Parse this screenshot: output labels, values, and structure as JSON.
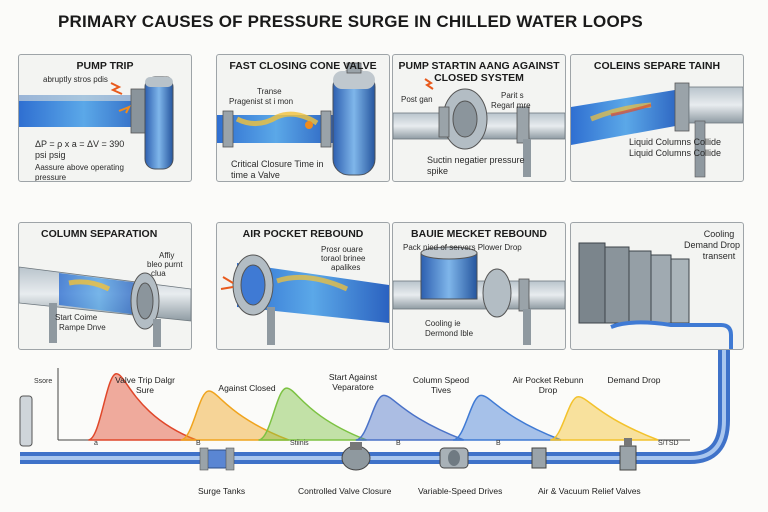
{
  "title": "PRIMARY CAUSES OF PRESSURE SURGE IN CHILLED WATER LOOPS",
  "panels": [
    {
      "title": "PUMP TRIP",
      "texts": [
        "abruptly stros pdis",
        "ΔP = ρ x a = ΔV = 390 psi psig",
        "Aassure above operating pressure"
      ]
    },
    {
      "title": "FAST CLOSING CONE VALVE",
      "texts": [
        "Transe",
        "Pragenist st i mon",
        "Critical Closure Time in time a Valve"
      ]
    },
    {
      "title": "PUMP STARTIN AANG AGAINST CLOSED SYSTEM",
      "texts": [
        "Post gan",
        "Parit s",
        "Regarl mre",
        "Suctin negatier pressure spike"
      ]
    },
    {
      "title": "COLEINS SEPARE TAINH",
      "texts": [
        "Liquid Columns Collide",
        "Liquid Columns Collide"
      ]
    },
    {
      "title": "COLUMN SEPARATION",
      "texts": [
        "Affiy",
        "bleo purnt",
        "clua",
        "Start Coime",
        "Rampe Dnve"
      ]
    },
    {
      "title": "AIR POCKET REBOUND",
      "texts": [
        "Prosr ouare",
        "toraol brinee",
        "apalikes"
      ]
    },
    {
      "title": "BAUIE MECKET REBOUND",
      "texts": [
        "Pack nied of servers Plower Drop",
        "Cooling ie",
        "Dermond Ible"
      ]
    },
    {
      "title": "",
      "texts": [
        "Cooling",
        "Demand Drop",
        "transent"
      ]
    }
  ],
  "chart_data": {
    "type": "area",
    "title": "",
    "xlabel": "Stiinis",
    "ylabel": "Ssore",
    "x_ticks": [
      "a",
      "B",
      "Stiinis",
      "B",
      "B",
      "S/TSD"
    ],
    "series": [
      {
        "name": "Valve Trip Dalgr Sure",
        "color": "#e0472a",
        "peak_x": 0.6,
        "peak_y": 0.92
      },
      {
        "name": "Against Closed",
        "color": "#f0a41e",
        "peak_x": 1.55,
        "peak_y": 0.68
      },
      {
        "name": "Start Against Veparatore",
        "color": "#7cc242",
        "peak_x": 2.35,
        "peak_y": 0.72
      },
      {
        "name": "Column Speod Tives",
        "color": "#4a72c8",
        "peak_x": 3.35,
        "peak_y": 0.62
      },
      {
        "name": "Air Pocket Rebunn Drop",
        "color": "#3f7ad4",
        "peak_x": 4.35,
        "peak_y": 0.62
      },
      {
        "name": "Demand Drop",
        "color": "#f3c22c",
        "peak_x": 5.35,
        "peak_y": 0.6
      }
    ],
    "xlim": [
      0,
      6.5
    ],
    "ylim": [
      0,
      1
    ],
    "grid": false
  },
  "mitigations": [
    "Surge Tanks",
    "Controlled Valve Closure",
    "Variable-Speed Drives",
    "Air & Vacuum Relief Valves"
  ]
}
